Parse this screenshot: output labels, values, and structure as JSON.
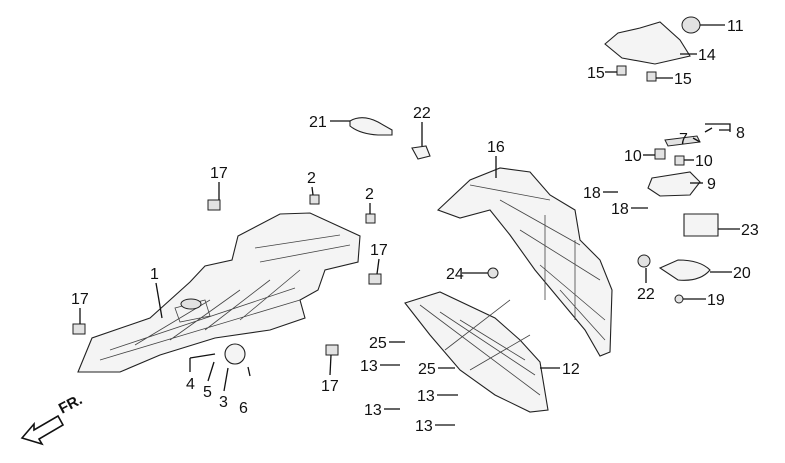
{
  "diagram_title": "",
  "direction_indicator": "FR.",
  "callouts": [
    "11",
    "14",
    "15",
    "15",
    "21",
    "22",
    "7",
    "8",
    "16",
    "10",
    "10",
    "9",
    "18",
    "18",
    "17",
    "2",
    "2",
    "23",
    "17",
    "1",
    "24",
    "20",
    "22",
    "19",
    "17",
    "25",
    "13",
    "25",
    "12",
    "4",
    "5",
    "3",
    "6",
    "17",
    "13",
    "13",
    "13"
  ]
}
